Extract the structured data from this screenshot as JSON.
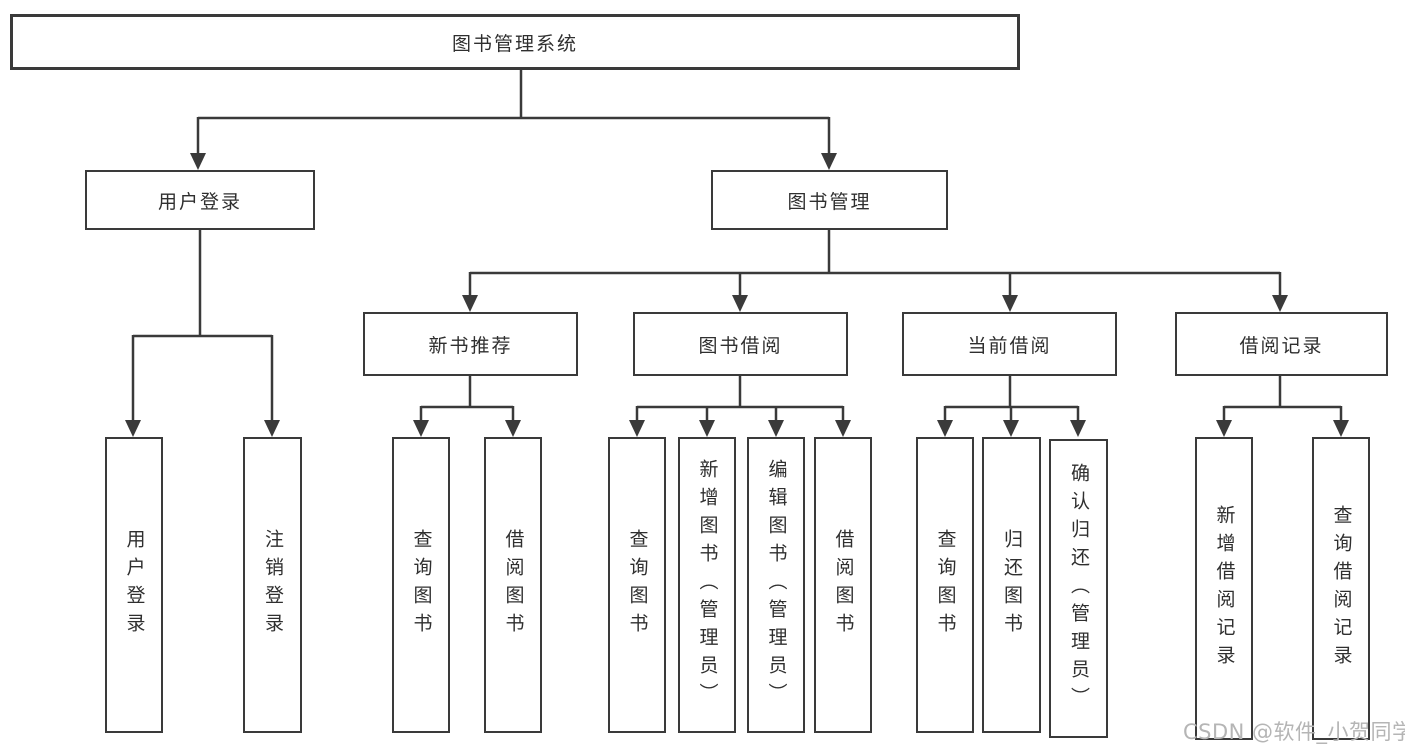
{
  "diagram": {
    "root": {
      "label": "图书管理系统"
    },
    "level2": [
      {
        "label": "用户登录"
      },
      {
        "label": "图书管理"
      }
    ],
    "level3": [
      {
        "label": "新书推荐"
      },
      {
        "label": "图书借阅"
      },
      {
        "label": "当前借阅"
      },
      {
        "label": "借阅记录"
      }
    ],
    "leaves": {
      "login": [
        "用户登录",
        "注销登录"
      ],
      "recommend": [
        "查询图书",
        "借阅图书"
      ],
      "borrow": [
        "查询图书",
        "新增图书（管理员）",
        "编辑图书（管理员）",
        "借阅图书"
      ],
      "current": [
        "查询图书",
        "归还图书",
        "确认归还（管理员）"
      ],
      "records": [
        "新增借阅记录",
        "查询借阅记录"
      ]
    }
  },
  "watermark": {
    "text": "CSDN @软件_小贺同学"
  },
  "colors": {
    "line": "#3a3a3a",
    "text": "#2f2f2f",
    "box_fill": "#ffffff",
    "watermark": "#b5b5b5"
  }
}
